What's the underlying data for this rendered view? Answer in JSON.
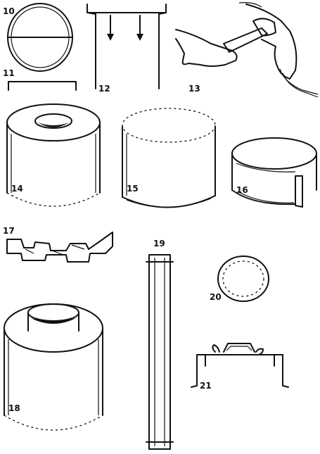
{
  "figure": {
    "labels": {
      "fig10": "10",
      "fig11": "11",
      "fig12": "12",
      "fig13": "13",
      "fig14": "14",
      "fig15": "15",
      "fig16": "16",
      "fig17": "17",
      "fig18": "18",
      "fig19": "19",
      "fig20": "20",
      "fig21": "21"
    }
  }
}
